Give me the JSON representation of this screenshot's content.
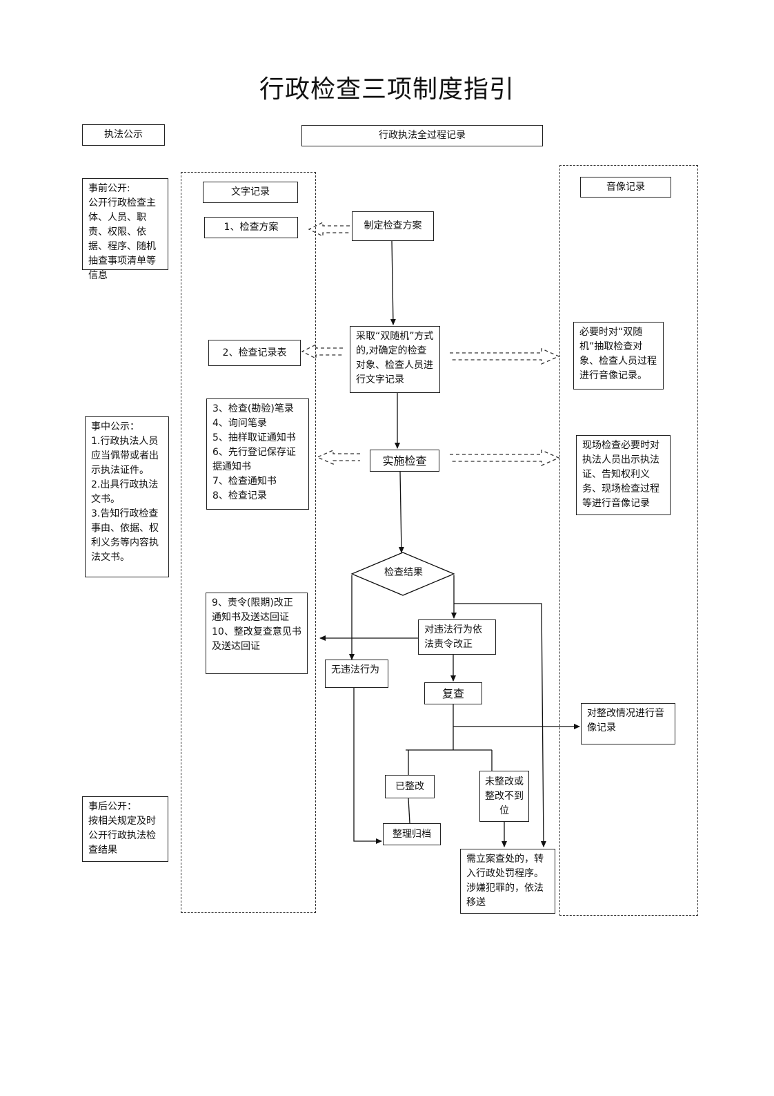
{
  "title": "行政检查三项制度指引",
  "headers": {
    "disclosure": "执法公示",
    "full_process": "行政执法全过程记录",
    "text_record": "文字记录",
    "av_record": "音像记录"
  },
  "disclosure": {
    "before": "事前公开:\n公开行政检查主体、人员、职责、权限、依据、程序、随机抽查事项清单等信息",
    "during": "事中公示：\n1.行政执法人员应当佩带或者出示执法证件。\n2.出具行政执法文书。\n3.告知行政检查事由、依据、权利义务等内容执法文书。",
    "after": "事后公开：\n按相关规定及时公开行政执法检查结果"
  },
  "text_docs": {
    "doc1": "1、检查方案",
    "doc2": "2、检查记录表",
    "doc3": "3、检查(勘验)笔录\n4、询问笔录\n5、抽样取证通知书\n6、先行登记保存证据通知书\n7、检查通知书\n8、检查记录",
    "doc4": "9、责令(限期)改正通知书及送达回证\n10、整改复查意见书及送达回证"
  },
  "flow": {
    "plan": "制定检查方案",
    "random": "采取“双随机”方式的,对确定的检查对象、检查人员进行文字记录",
    "implement": "实施检查",
    "result": "检查结果",
    "order_correct": "对违法行为依法责令改正",
    "no_violation": "无违法行为",
    "recheck": "复查",
    "rectified": "已整改",
    "not_rectified": "未整改或整改不到位",
    "archive": "整理归档",
    "penalty": "需立案查处的，转入行政处罚程序。涉嫌犯罪的，依法移送"
  },
  "av_docs": {
    "av1": "必要时对“双随机”抽取检查对象、检查人员过程进行音像记录。",
    "av2": "现场检查必要时对执法人员出示执法证、告知权利义务、现场检查过程等进行音像记录",
    "av3": "对整改情况进行音像记录"
  }
}
